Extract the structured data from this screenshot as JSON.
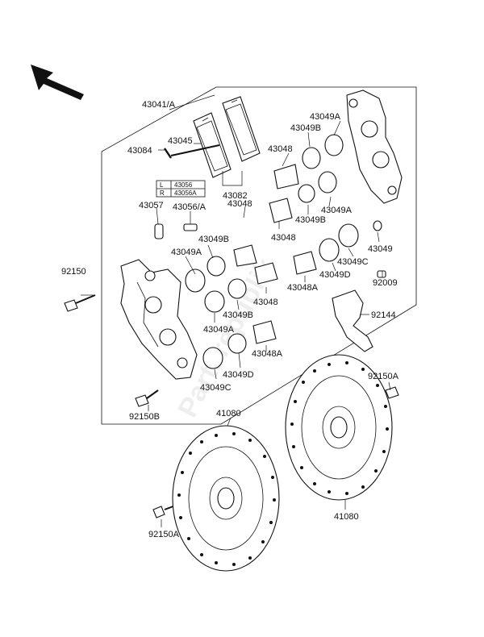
{
  "direction_arrow": {
    "icon": "front-direction-arrow-icon"
  },
  "callouts": {
    "c43041": "43041/A",
    "c43084": "43084",
    "c43045": "43045",
    "c43082": "43082",
    "c43057": "43057",
    "c43056a_top": "43056/A",
    "c43048_a": "43048",
    "c43049b_a": "43049B",
    "c43049a_a": "43049A",
    "c92150_left": "92150",
    "c43048_b": "43048",
    "c43049b_b": "43049B",
    "c43049a_b": "43049A",
    "c43049d_a": "43049D",
    "c43049c_a": "43049C",
    "c43048a_a": "43048A",
    "c92150b": "92150B",
    "c43049a_top": "43049A",
    "c43049b_top": "43049B",
    "c43048_top": "43048",
    "c43049a_right": "43049A",
    "c43049b_right": "43049B",
    "c43048_mid": "43048",
    "c43049_right": "43049",
    "c43049c_right": "43049C",
    "c43049d_right": "43049D",
    "c43048a_right": "43048A",
    "c92009": "92009",
    "c92144": "92144",
    "c92150a_right": "92150A",
    "c41080_left": "41080",
    "c41080_right": "41080",
    "c92150a_left": "92150A"
  },
  "side_table": {
    "row1_side": "L",
    "row1_part": "43056",
    "row2_side": "R",
    "row2_part": "43056A"
  },
  "watermark": "Partsrepublik"
}
